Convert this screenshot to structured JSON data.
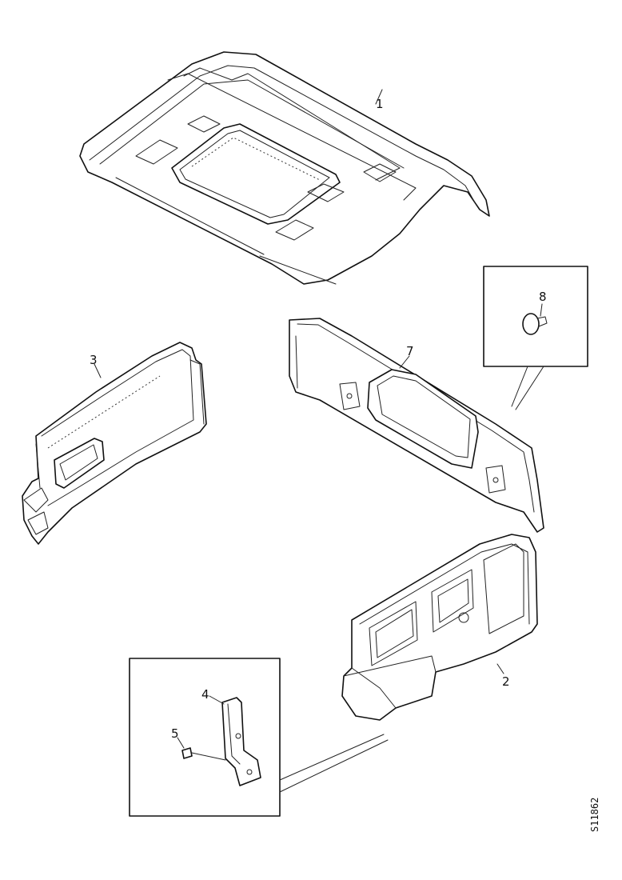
{
  "labels": {
    "roof_panel": "1",
    "rear_panel": "2",
    "side_panel_left": "3",
    "bracket": "4",
    "screw": "5",
    "side_panel_right": "7",
    "clip": "8"
  },
  "document_number": "S11862"
}
